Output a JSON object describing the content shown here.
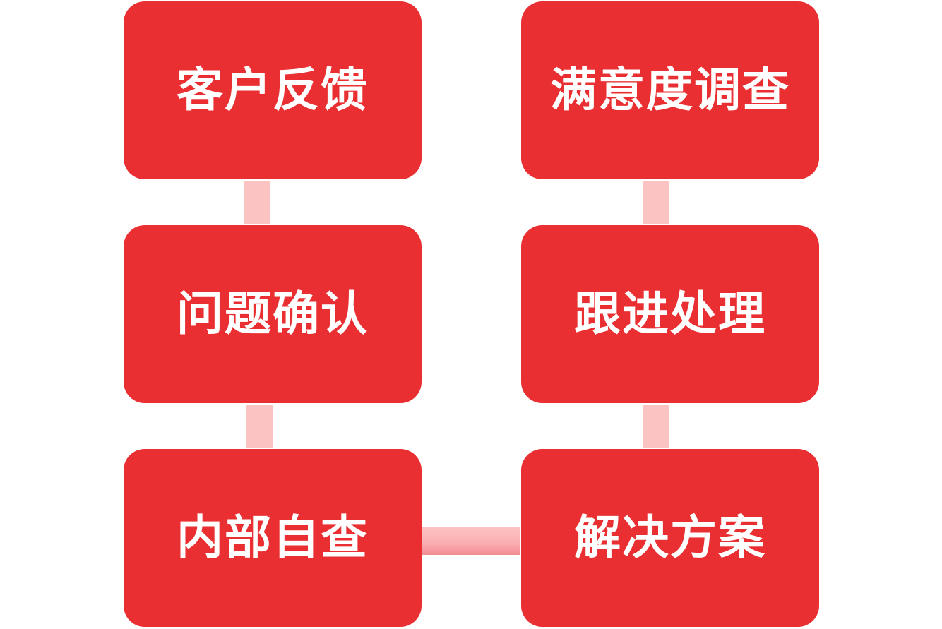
{
  "diagram": {
    "steps": [
      {
        "label": "客户反馈"
      },
      {
        "label": "问题确认"
      },
      {
        "label": "内部自查"
      },
      {
        "label": "解决方案"
      },
      {
        "label": "跟进处理"
      },
      {
        "label": "满意度调查"
      }
    ],
    "colors": {
      "box_fill": "#e92f31",
      "box_text": "#ffffff",
      "connector": "#fcc3c3"
    }
  }
}
